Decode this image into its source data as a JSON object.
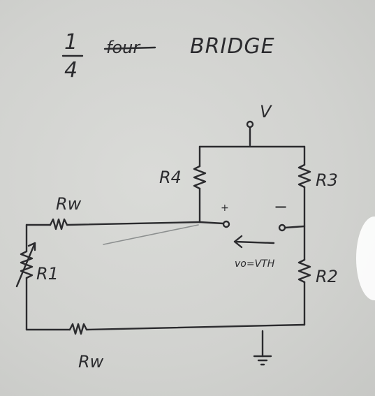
{
  "title": {
    "numerator": "1",
    "denominator": "4",
    "crossed_word": "four",
    "word": "BRIDGE"
  },
  "labels": {
    "supply": "V",
    "r1": "R1",
    "r2": "R2",
    "r3": "R3",
    "r4": "R4",
    "rw_top": "Rw",
    "rw_bottom": "Rw",
    "plus": "+",
    "minus": "−",
    "output": "vo=VTH"
  },
  "colors": {
    "ink": "#2b2b2e",
    "board": "#d2d3d0"
  }
}
